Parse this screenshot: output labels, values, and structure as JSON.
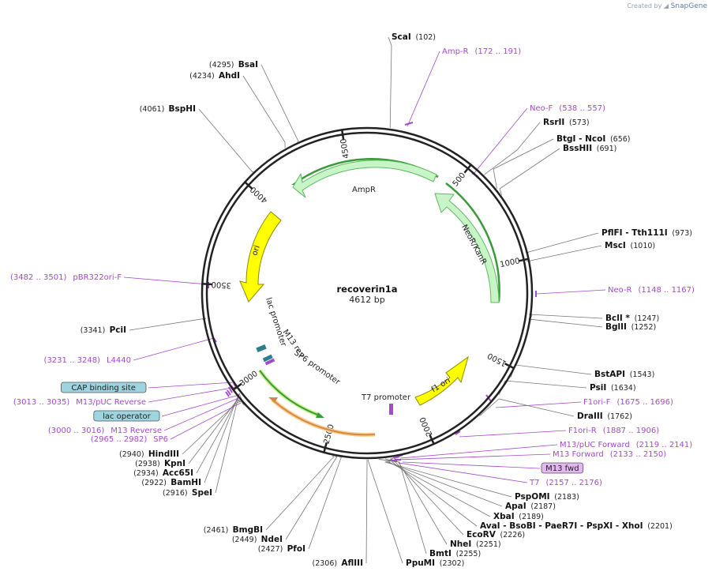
{
  "credit": {
    "prefix": "Created by",
    "brand": "SnapGene"
  },
  "plasmid": {
    "name": "recoverin1a",
    "length_label": "4612 bp",
    "length": 4612
  },
  "ticks": [
    "500",
    "1000",
    "1500",
    "2000",
    "2500",
    "3000",
    "3500",
    "4000",
    "4500"
  ],
  "features": [
    {
      "label": "AmpR"
    },
    {
      "label": "NeoR/KanR"
    },
    {
      "label": "ori"
    },
    {
      "label": "f1 ori"
    },
    {
      "label": "lac promoter"
    },
    {
      "label": "M13 rev"
    },
    {
      "label": "SP6 promoter"
    },
    {
      "label": "T7 promoter"
    }
  ],
  "enzymes": [
    {
      "name": "ScaI",
      "pos": "(102)"
    },
    {
      "name": "RsrII",
      "pos": "(573)"
    },
    {
      "name": "BtgI - NcoI",
      "pos": "(656)"
    },
    {
      "name": "BssHII",
      "pos": "(691)"
    },
    {
      "name": "PflFI - Tth111I",
      "pos": "(973)"
    },
    {
      "name": "MscI",
      "pos": "(1010)"
    },
    {
      "name": "BclI *",
      "pos": "(1247)"
    },
    {
      "name": "BglII",
      "pos": "(1252)"
    },
    {
      "name": "BstAPI",
      "pos": "(1543)"
    },
    {
      "name": "PsiI",
      "pos": "(1634)"
    },
    {
      "name": "DraIII",
      "pos": "(1762)"
    },
    {
      "name": "PspOMI",
      "pos": "(2183)"
    },
    {
      "name": "ApaI",
      "pos": "(2187)"
    },
    {
      "name": "XbaI",
      "pos": "(2189)"
    },
    {
      "name": "AvaI - BsoBI - PaeR7I - PspXI - XhoI",
      "pos": "(2201)"
    },
    {
      "name": "EcoRV",
      "pos": "(2226)"
    },
    {
      "name": "NheI",
      "pos": "(2251)"
    },
    {
      "name": "BmtI",
      "pos": "(2255)"
    },
    {
      "name": "PpuMI",
      "pos": "(2302)"
    },
    {
      "name": "AflIII",
      "pos": "(2306)"
    },
    {
      "name": "PfoI",
      "pos": "(2427)"
    },
    {
      "name": "NdeI",
      "pos": "(2449)"
    },
    {
      "name": "BmgBI",
      "pos": "(2461)"
    },
    {
      "name": "SpeI",
      "pos": "(2916)"
    },
    {
      "name": "BamHI",
      "pos": "(2922)"
    },
    {
      "name": "Acc65I",
      "pos": "(2934)"
    },
    {
      "name": "KpnI",
      "pos": "(2938)"
    },
    {
      "name": "HindIII",
      "pos": "(2940)"
    },
    {
      "name": "PciI",
      "pos": "(3341)"
    },
    {
      "name": "BspHI",
      "pos": "(4061)"
    },
    {
      "name": "AhdI",
      "pos": "(4234)"
    },
    {
      "name": "BsaI",
      "pos": "(4295)"
    }
  ],
  "primers": [
    {
      "name": "Amp-R",
      "range": "(172 .. 191)"
    },
    {
      "name": "Neo-F",
      "range": "(538 .. 557)"
    },
    {
      "name": "Neo-R",
      "range": "(1148 .. 1167)"
    },
    {
      "name": "F1ori-F",
      "range": "(1675 .. 1696)"
    },
    {
      "name": "F1ori-R",
      "range": "(1887 .. 1906)"
    },
    {
      "name": "M13/pUC Forward",
      "range": "(2119 .. 2141)"
    },
    {
      "name": "M13 Forward",
      "range": "(2133 .. 2150)"
    },
    {
      "name": "M13 fwd",
      "range": ""
    },
    {
      "name": "T7",
      "range": "(2157 .. 2176)"
    },
    {
      "name": "SP6",
      "range": "(2965 .. 2982)"
    },
    {
      "name": "M13 Reverse",
      "range": "(3000 .. 3016)"
    },
    {
      "name": "lac operator",
      "range": ""
    },
    {
      "name": "M13/pUC Reverse",
      "range": "(3013 .. 3035)"
    },
    {
      "name": "CAP binding site",
      "range": ""
    },
    {
      "name": "L4440",
      "range": "(3231 .. 3248)"
    },
    {
      "name": "pBR322ori-F",
      "range": "(3482 .. 3501)"
    }
  ],
  "colors": {
    "backbone": "#222222",
    "primer": "#a44acb",
    "ampr_fill": "#c8f5c8",
    "ampr_edge": "#5fb95f",
    "ori_fill": "#ffff00",
    "promoter": "#3a9a3a",
    "promoter_rim": "#c9f08a",
    "t7_promoter": "#d6884a",
    "callout_blue": "#9ed3e0",
    "callout_violet": "#e3b7f0"
  }
}
